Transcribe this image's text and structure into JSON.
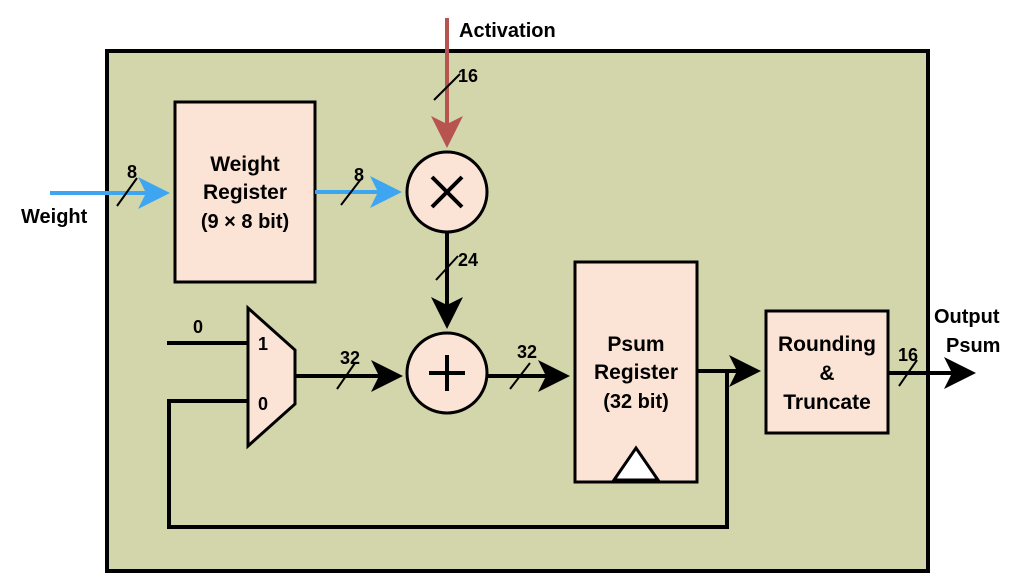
{
  "labels": {
    "activation": "Activation",
    "weight": "Weight",
    "output_line1": "Output",
    "output_line2": "Psum"
  },
  "blocks": {
    "weight_register": [
      "Weight",
      "Register",
      "(9 × 8 bit)"
    ],
    "psum_register": [
      "Psum",
      "Register",
      "(32 bit)"
    ],
    "rounding": [
      "Rounding",
      "&",
      "Truncate"
    ]
  },
  "operators": {
    "multiply": "×",
    "add": "+"
  },
  "mux": {
    "input_top": "1",
    "input_bottom": "0",
    "constant": "0"
  },
  "bus_widths": {
    "weight_in": "8",
    "weight_to_mult": "8",
    "activation": "16",
    "mult_out": "24",
    "mux_out": "32",
    "adder_out": "32",
    "output": "16"
  },
  "colors": {
    "background": "#d3d5aa",
    "block_fill": "#fbe4d5",
    "weight_wire": "#3ea6f0",
    "activation_wire": "#b85450",
    "wire": "#000000"
  }
}
